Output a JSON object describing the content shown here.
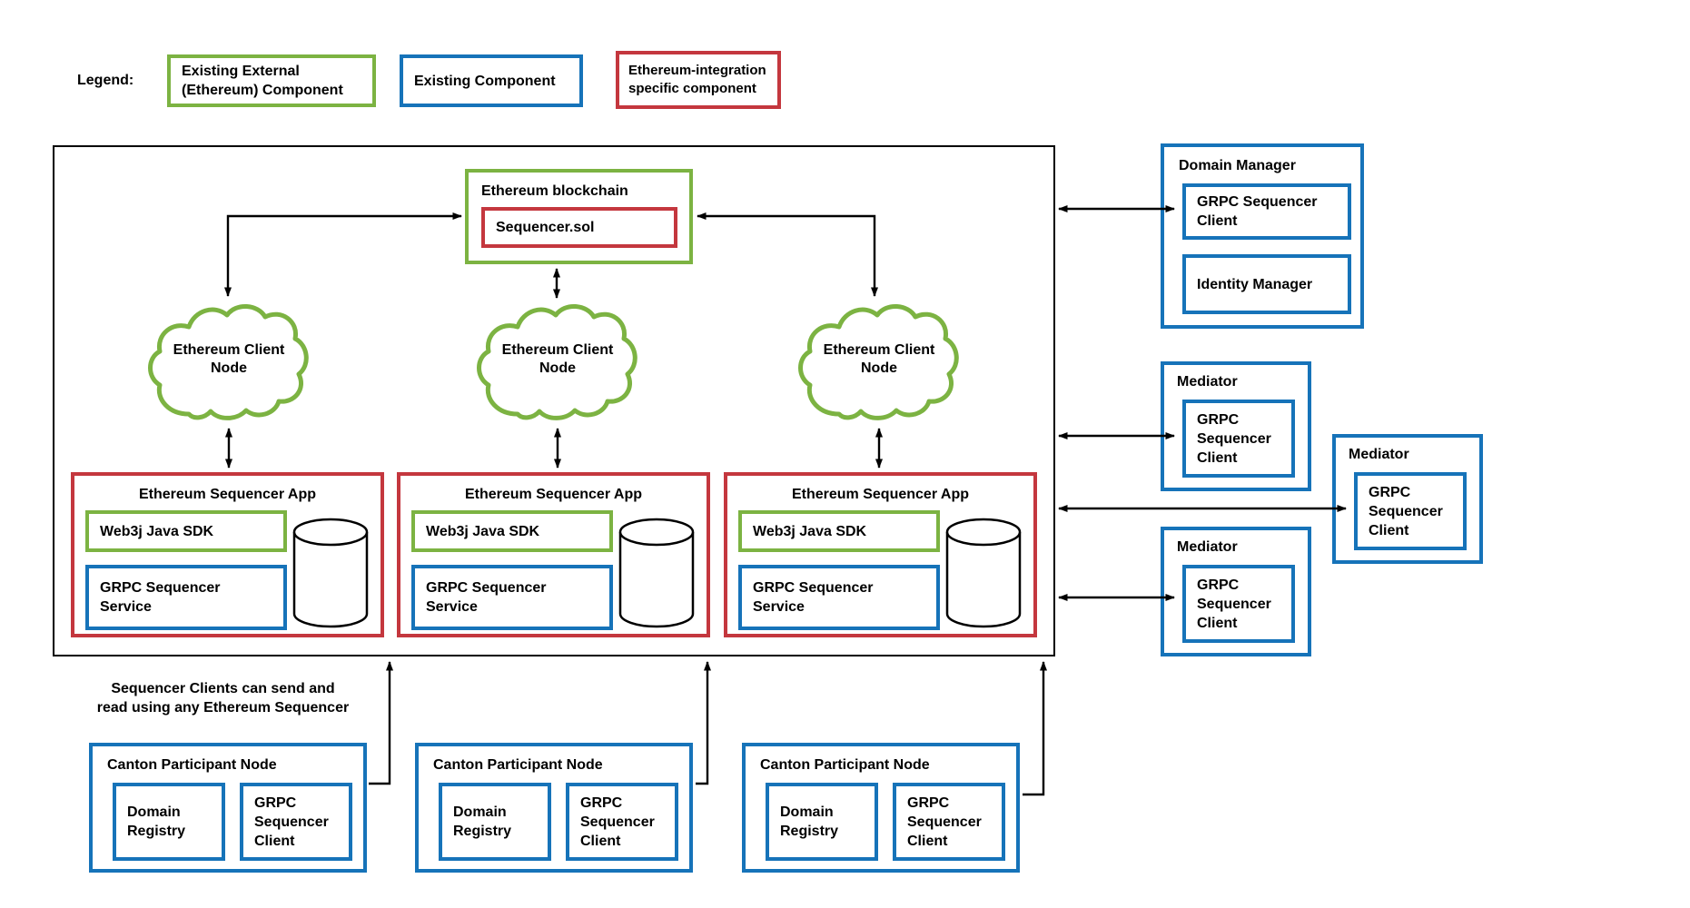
{
  "colors": {
    "green": "#7CB342",
    "blue": "#1673B9",
    "red": "#C4373E",
    "line": "#000000"
  },
  "legend": {
    "label": "Legend:",
    "items": [
      {
        "kind": "existing-external",
        "lines": [
          "Existing External",
          "(Ethereum) Component"
        ]
      },
      {
        "kind": "existing-component",
        "lines": [
          "Existing Component"
        ]
      },
      {
        "kind": "ethereum-integration",
        "lines": [
          "Ethereum-integration",
          "specific component"
        ]
      }
    ]
  },
  "blockchain": {
    "title": "Ethereum blockchain",
    "contract": "Sequencer.sol"
  },
  "clouds": [
    {
      "lines": [
        "Ethereum Client",
        "Node"
      ]
    },
    {
      "lines": [
        "Ethereum Client",
        "Node"
      ]
    },
    {
      "lines": [
        "Ethereum Client",
        "Node"
      ]
    }
  ],
  "apps": [
    {
      "title": "Ethereum Sequencer App",
      "sdk": "Web3j Java SDK",
      "service_lines": [
        "GRPC Sequencer",
        "Service"
      ]
    },
    {
      "title": "Ethereum Sequencer App",
      "sdk": "Web3j Java SDK",
      "service_lines": [
        "GRPC Sequencer",
        "Service"
      ]
    },
    {
      "title": "Ethereum Sequencer App",
      "sdk": "Web3j Java SDK",
      "service_lines": [
        "GRPC Sequencer",
        "Service"
      ]
    }
  ],
  "domain_manager": {
    "title": "Domain Manager",
    "client_lines": [
      "GRPC Sequencer",
      "Client"
    ],
    "identity": "Identity Manager"
  },
  "mediators": [
    {
      "title": "Mediator",
      "client_lines": [
        "GRPC",
        "Sequencer",
        "Client"
      ]
    },
    {
      "title": "Mediator",
      "client_lines": [
        "GRPC",
        "Sequencer",
        "Client"
      ]
    },
    {
      "title": "Mediator",
      "client_lines": [
        "GRPC",
        "Sequencer",
        "Client"
      ]
    }
  ],
  "participants": [
    {
      "title": "Canton Participant Node",
      "registry_lines": [
        "Domain",
        "Registry"
      ],
      "client_lines": [
        "GRPC",
        "Sequencer",
        "Client"
      ]
    },
    {
      "title": "Canton Participant Node",
      "registry_lines": [
        "Domain",
        "Registry"
      ],
      "client_lines": [
        "GRPC",
        "Sequencer",
        "Client"
      ]
    },
    {
      "title": "Canton Participant Node",
      "registry_lines": [
        "Domain",
        "Registry"
      ],
      "client_lines": [
        "GRPC",
        "Sequencer",
        "Client"
      ]
    }
  ],
  "annotation_lines": [
    "Sequencer Clients can send and",
    "read using any Ethereum Sequencer"
  ]
}
